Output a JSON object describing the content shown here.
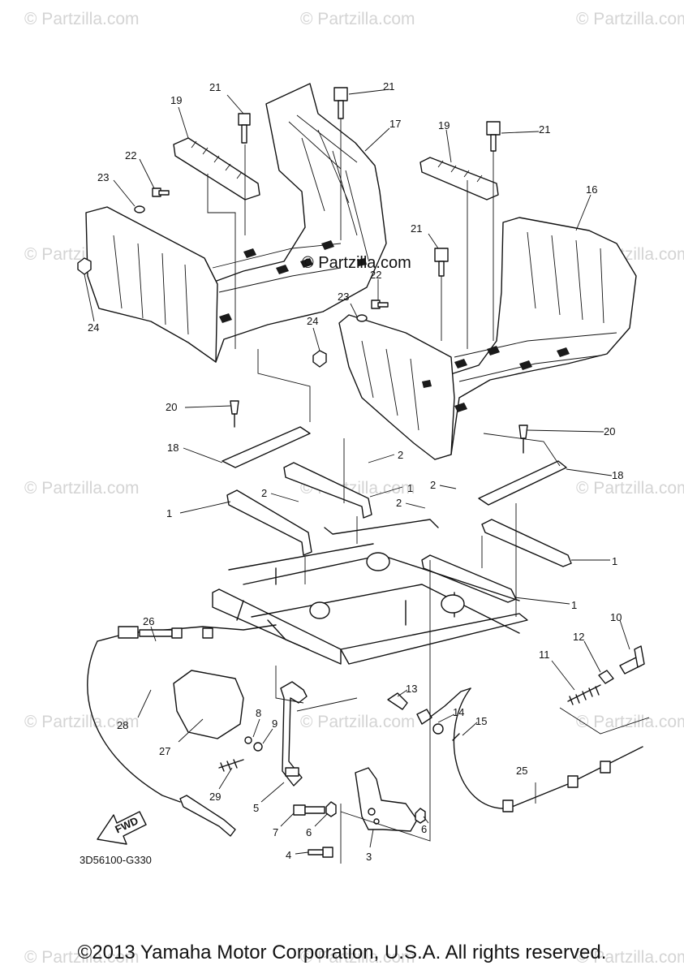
{
  "watermark": "© Partzilla.com",
  "center_watermark": "© Partzilla.com",
  "fwd_label": "FWD",
  "diagram_code": "3D56100-G330",
  "copyright": "©2013 Yamaha Motor Corporation, U.S.A. All rights reserved.",
  "callouts": [
    "1",
    "1",
    "1",
    "1",
    "2",
    "2",
    "2",
    "2",
    "3",
    "4",
    "5",
    "6",
    "6",
    "7",
    "8",
    "9",
    "10",
    "11",
    "12",
    "13",
    "14",
    "15",
    "16",
    "17",
    "18",
    "18",
    "19",
    "19",
    "20",
    "20",
    "21",
    "21",
    "21",
    "21",
    "22",
    "22",
    "23",
    "23",
    "24",
    "24",
    "25",
    "26",
    "27",
    "28",
    "29"
  ]
}
